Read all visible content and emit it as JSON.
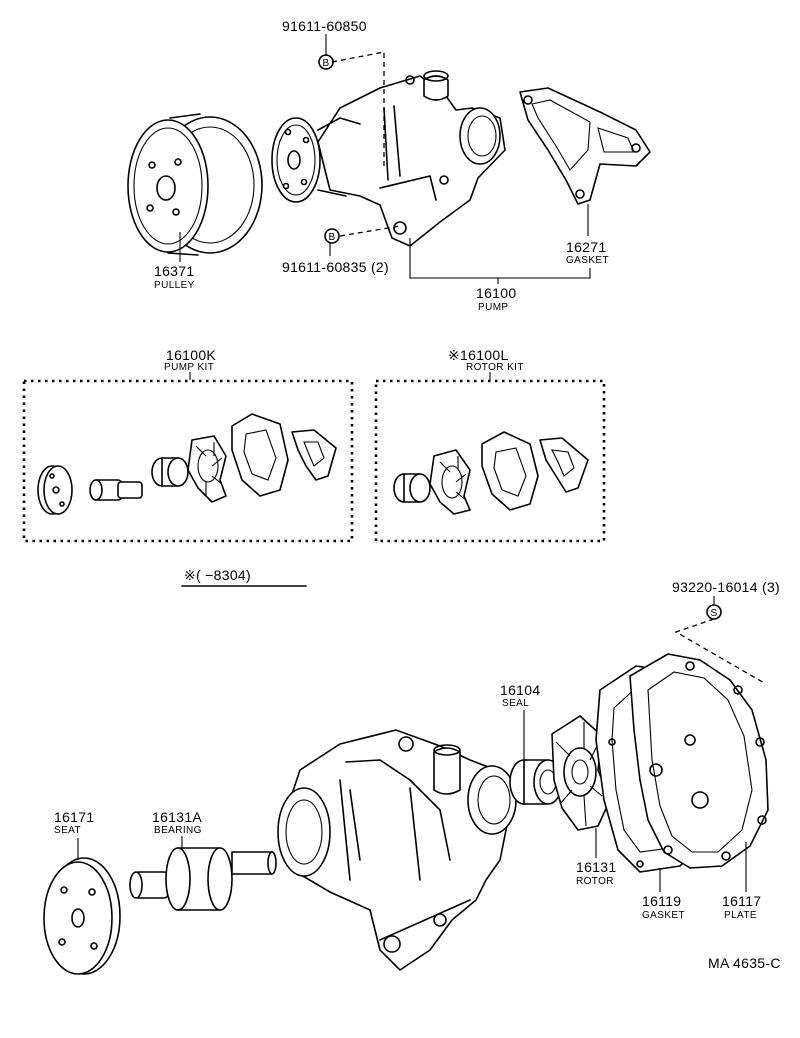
{
  "labels": {
    "bolt_upper": "91611-60850",
    "bolt_upper_marker": "B",
    "bolt_lower": "91611-60835 (2)",
    "bolt_lower_marker": "B",
    "pulley_no": "16371",
    "pulley_name": "PULLEY",
    "gasket_top_no": "16271",
    "gasket_top_name": "GASKET",
    "pump_no": "16100",
    "pump_name": "PUMP",
    "pump_kit_no": "16100K",
    "pump_kit_name": "PUMP KIT",
    "rotor_kit_no": "※16100L",
    "rotor_kit_name": "ROTOR KIT",
    "period_note": "※(     −8304)",
    "screw_no": "93220-16014 (3)",
    "screw_marker": "S",
    "seal_no": "16104",
    "seal_name": "SEAL",
    "seat_no": "16171",
    "seat_name": "SEAT",
    "bearing_no": "16131A",
    "bearing_name": "BEARING",
    "rotor_no": "16131",
    "rotor_name": "ROTOR",
    "gasket_bottom_no": "16119",
    "gasket_bottom_name": "GASKET",
    "plate_no": "16117",
    "plate_name": "PLATE",
    "drawing_code": "MA  4635-C"
  }
}
